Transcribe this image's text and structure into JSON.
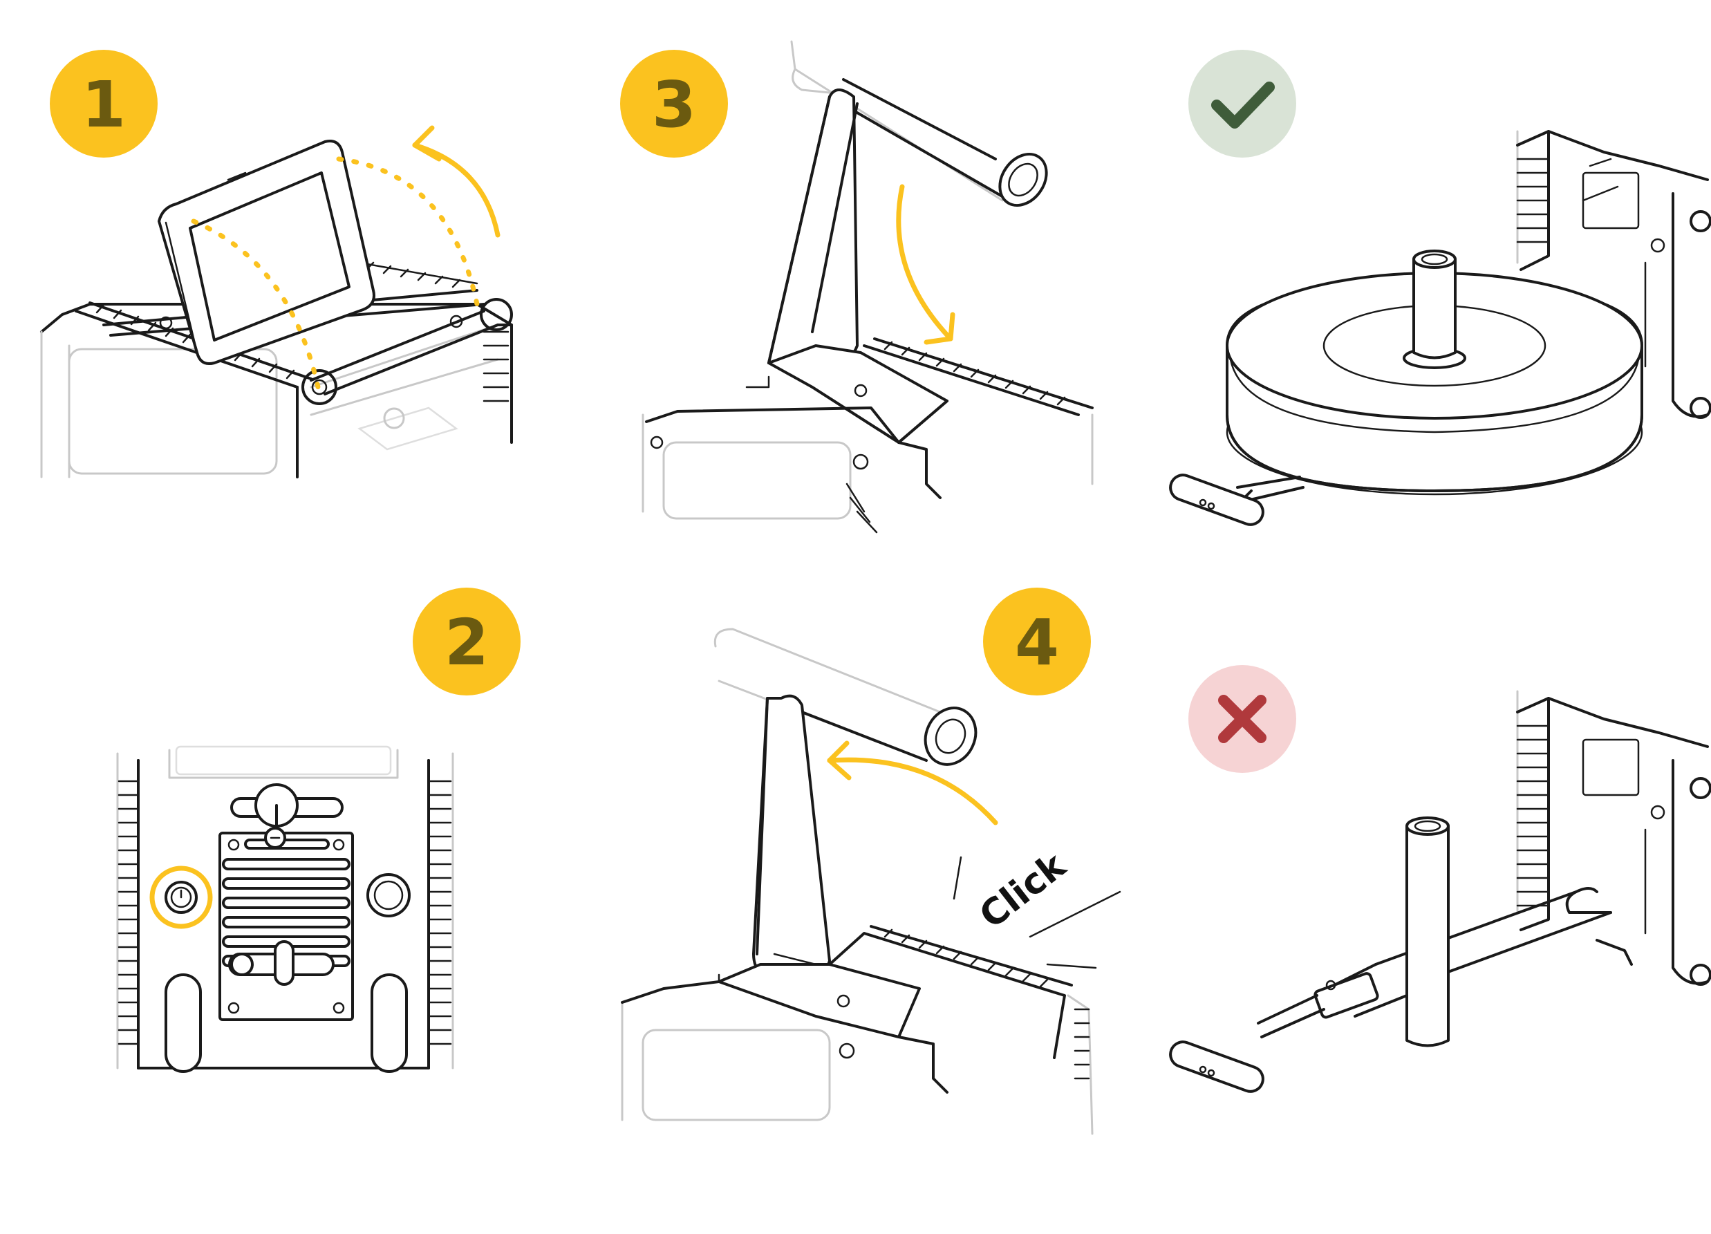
{
  "steps": {
    "one": "1",
    "two": "2",
    "three": "3",
    "four": "4"
  },
  "sound_label": "Click",
  "result_icons": {
    "correct": "check-icon",
    "incorrect": "cross-icon"
  },
  "colors": {
    "badge_yellow": "#fbc21f",
    "badge_text": "#6b5a10",
    "arrow_yellow": "#fbc21f",
    "correct_bg": "#d9e3d6",
    "correct_mark": "#3f5c3a",
    "incorrect_bg": "#f6d3d4",
    "incorrect_mark": "#b0393c",
    "line": "#1a1a1a",
    "faded_line": "#c8c8c8"
  }
}
